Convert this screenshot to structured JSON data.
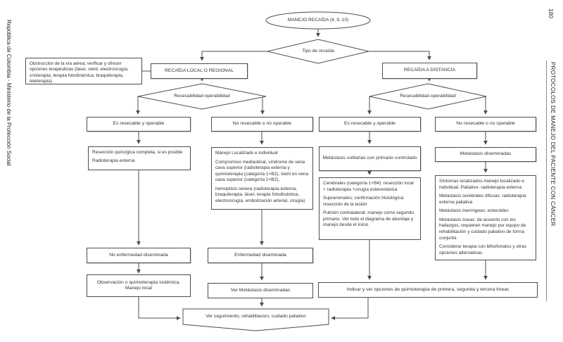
{
  "page": {
    "left_margin": "República de Colombia - Ministerio de la Protección Social",
    "page_number": "180",
    "right_margin": "PROTOCOLOS DE MANEJO DEL PACIENTE CON CÁNCER"
  },
  "flow": {
    "start": "MANEJO RECAÍDA (4, 9, 10)",
    "tipo_recaida": "Tipo de recaída",
    "obstruccion": "Obstrucción de la vía aérea; verificar y ofrecer opciones terapéuticas (láser, stent, electrocirugía, crioterapia, terapia fotodinámica, braquiterapia, teleterapia)",
    "recaida_local": "RECAÍDA LOCAL O REGIONAL",
    "recaida_distancia": "RECAÍDA A DISTANCIA",
    "resecabilidad_local": "Resecabilidad-operabilidad",
    "resecabilidad_distancia": "Resecabilidad-operabilidad",
    "local_operable": "Es resecable y operable",
    "local_no_operable": "No resecable o no operable",
    "distancia_operable": "Es resecable y operable",
    "distancia_no_operable": "No resecable o no operable",
    "reseccion": {
      "linea1": "Resección quirúrgica completa, si es posible",
      "linea2": "Radioterapia externa"
    },
    "manejo_localizado": {
      "p": [
        "Manejo Localizado e individual",
        "Compromiso mediastinal, síndrome de vena cava superior (radioterapia externa y quimioterapia (categoría 1+B2), stent en vena cava superior (categoría 1+B2),",
        "hemoptisis severa (radioterapia externa, braquiterapia, láser, terapia fotodinámica, electrocirugía, embolización arterial, cirugía)"
      ]
    },
    "metastasis_solitarias": "Metástasis solitarias con primario controlado",
    "metastasis_solitarias_detalle": {
      "p": [
        "Cerebrales (categoría 1+B4): resección local + radioterapia +cirugía estereotáxica",
        "Suprarrenales; confirmación histológica: resección de la lesión",
        "Pulmón contralateral: manejo como segundo primario. Ver todo el diagrama de abordaje y manejo desde el inicio"
      ]
    },
    "metastasis_diseminadas": "Metástasis diseminadas",
    "metastasis_diseminadas_detalle": {
      "p": [
        "Síntomas localizados-manejo localizado e individual. Paliativo- radioterapia externa",
        "Metástasis cerebrales difusas: radioterapia externa paliativa",
        "Metástasis meníngeas: esteroides",
        "Metástasis óseas: de acuerdo con los hallazgos, requieren manejo por equipo de rehabilitación y cuidado paliativo de forma conjunta",
        "Considerar terapia con bifosfonatos y otras opciones alternativas"
      ]
    },
    "no_enfermedad_diseminada": "No enfermedad diseminada",
    "enfermedad_diseminada": "Enfermedad diseminada",
    "observacion": {
      "linea1": "Observación o quimioterapia sistémica.",
      "linea2": "Manejo local"
    },
    "ver_metastasis": "Ver Metástasis diseminadas",
    "quimioterapia_lineas": "Indicar y ver opciones de quimioterapia de primera, segunda y tercera líneas",
    "seguimiento": "Ver seguimiento, rehabilitacion, cuidado paliativo"
  },
  "colors": {
    "line": "#4d4d4d",
    "text": "#333333",
    "background": "#ffffff"
  }
}
